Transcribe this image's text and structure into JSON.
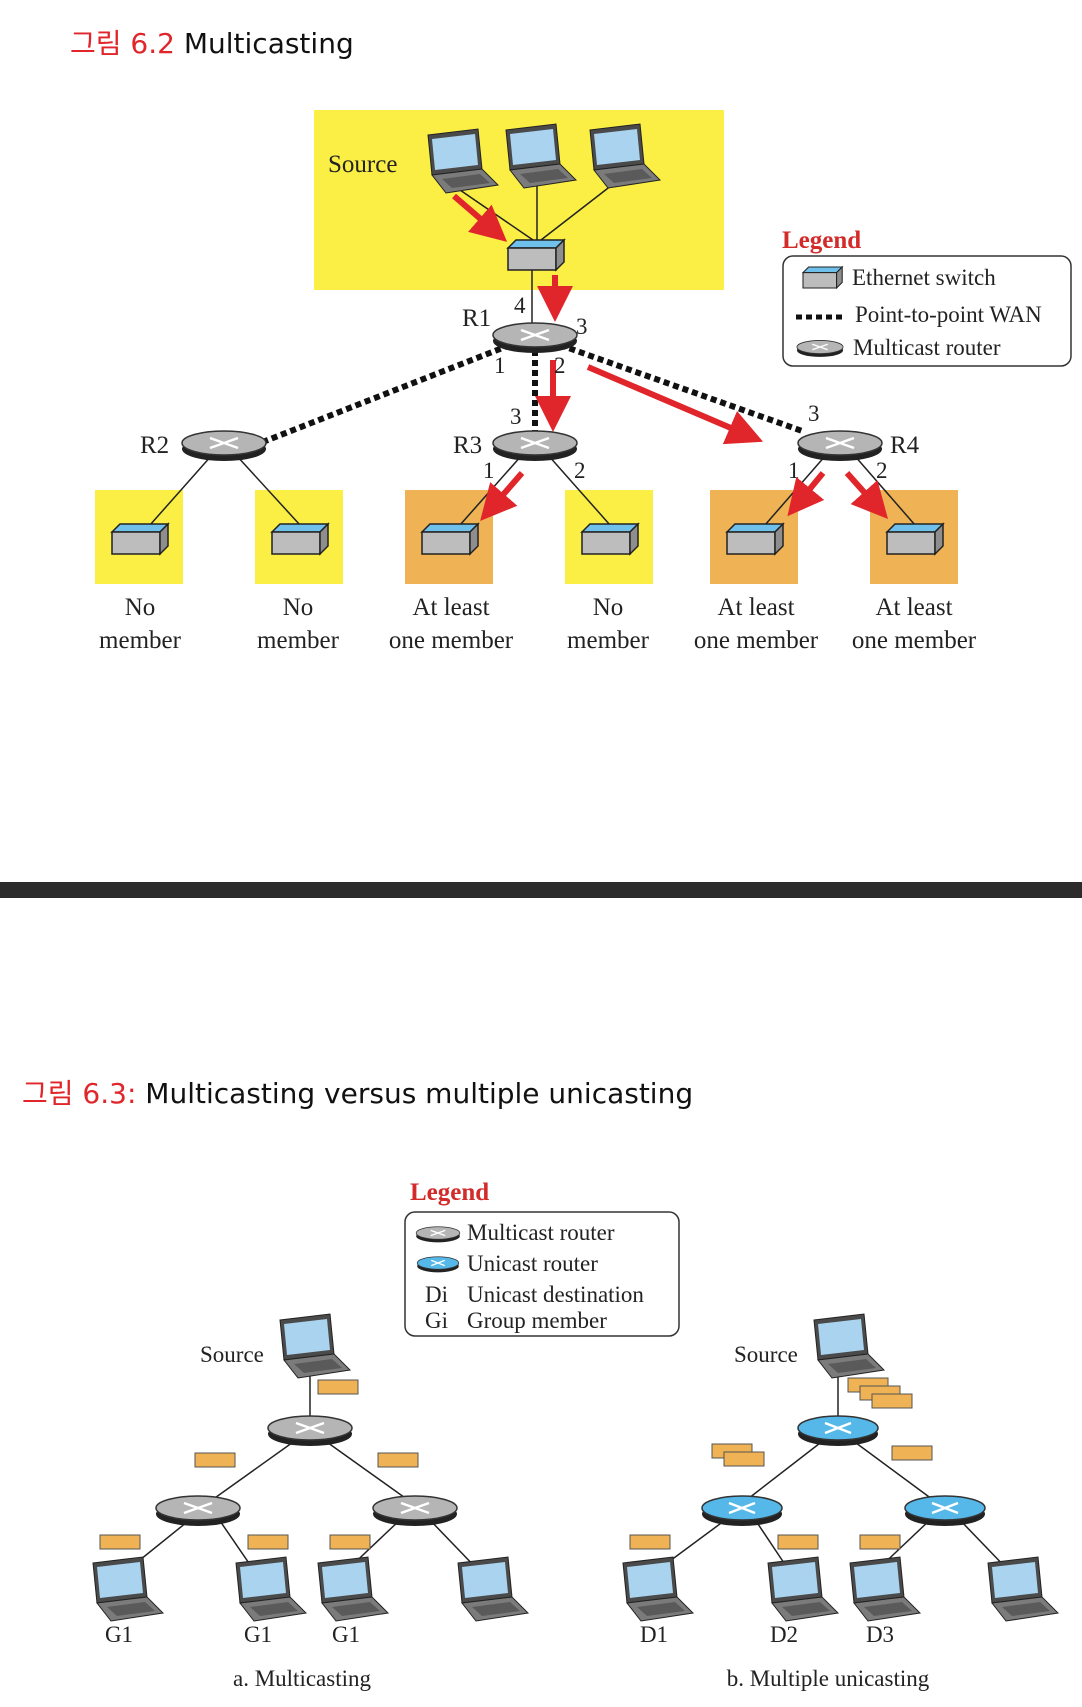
{
  "figure1": {
    "title_num": "그림 6.2",
    "title_text": " Multicasting",
    "source_label": "Source",
    "legend": {
      "title": "Legend",
      "items": [
        "Ethernet switch",
        "Point-to-point WAN",
        "Multicast router"
      ]
    },
    "routers": {
      "r1": "R1",
      "r2": "R2",
      "r3": "R3",
      "r4": "R4"
    },
    "ports": {
      "r1": [
        "4",
        "3",
        "1",
        "2"
      ],
      "r3": [
        "3",
        "1",
        "2"
      ],
      "r4": [
        "3",
        "1",
        "2"
      ]
    },
    "networks": [
      {
        "line1": "No",
        "line2": "member"
      },
      {
        "line1": "No",
        "line2": "member"
      },
      {
        "line1": "At least",
        "line2": "one member"
      },
      {
        "line1": "No",
        "line2": "member"
      },
      {
        "line1": "At least",
        "line2": "one member"
      },
      {
        "line1": "At least",
        "line2": "one member"
      }
    ],
    "colors": {
      "no_member_bg": "#fbef45",
      "member_bg": "#efb254",
      "arrow": "#e0262a",
      "switch": "#6fc0ea"
    }
  },
  "figure2": {
    "title_num": "그림 6.3:",
    "title_text": " Multicasting versus multiple unicasting",
    "legend": {
      "title": "Legend",
      "items": [
        "Multicast router",
        "Unicast router"
      ],
      "keyed": [
        {
          "key": "Di",
          "text": "Unicast destination"
        },
        {
          "key": "Gi",
          "text": "Group member"
        }
      ]
    },
    "left": {
      "source_label": "Source",
      "members": [
        "G1",
        "G1",
        "G1"
      ],
      "caption": "a. Multicasting"
    },
    "right": {
      "source_label": "Source",
      "destinations": [
        "D1",
        "D2",
        "D3"
      ],
      "caption": "b. Multiple unicasting"
    },
    "colors": {
      "packet": "#efb254",
      "unicast_router": "#55b8e8",
      "multicast_router": "#9a9a9a"
    }
  }
}
